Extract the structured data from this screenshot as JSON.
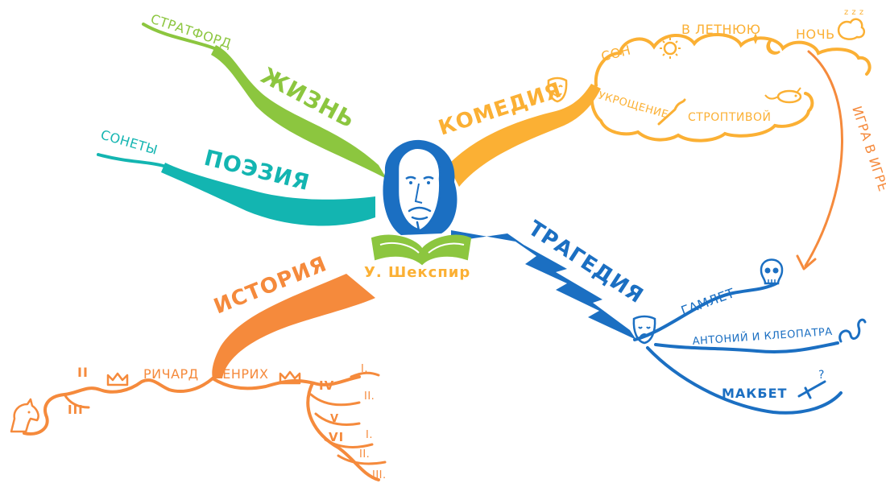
{
  "center": {
    "name": "У. Шекспир"
  },
  "branches": {
    "life": {
      "label": "ЖИЗНЬ",
      "children": [
        "СТРАТФОРД"
      ],
      "color": "#8cc63f"
    },
    "poetry": {
      "label": "ПОЭЗИЯ",
      "children": [
        "СОНЕТЫ"
      ],
      "color": "#13b5b1"
    },
    "comedy": {
      "label": "КОМЕДИЯ",
      "children": [
        "СОН",
        "В ЛЕТНЮЮ",
        "НОЧЬ",
        "УКРОЩЕНИЕ",
        "СТРОПТИВОЙ"
      ],
      "color": "#fbb034"
    },
    "tragedy": {
      "label": "ТРАГЕДИЯ",
      "children": [
        "ГАМЛЕТ",
        "АНТОНИЙ И КЛЕОПАТРА",
        "МАКБЕТ"
      ],
      "color": "#1b6fc2"
    },
    "history": {
      "label": "ИСТОРИЯ",
      "children": [
        "РИЧАРД",
        "ГЕНРИХ"
      ],
      "numerals": [
        "II",
        "III",
        "IV",
        "V",
        "VI",
        "I.",
        "II.",
        "I.",
        "II.",
        "III."
      ],
      "color": "#f58a3c"
    }
  },
  "connector": {
    "label": "ИГРА В ИГРЕ",
    "color": "#f58a3c"
  },
  "icons": [
    "portrait-icon",
    "book-icon",
    "comedy-mask-icon",
    "sun-icon",
    "star-icon",
    "moon-icon",
    "sleep-cloud-icon",
    "rat-icon",
    "whip-icon",
    "tragedy-mask-icon",
    "skull-icon",
    "snake-icon",
    "dagger-icon",
    "crown-icon",
    "horse-icon"
  ]
}
